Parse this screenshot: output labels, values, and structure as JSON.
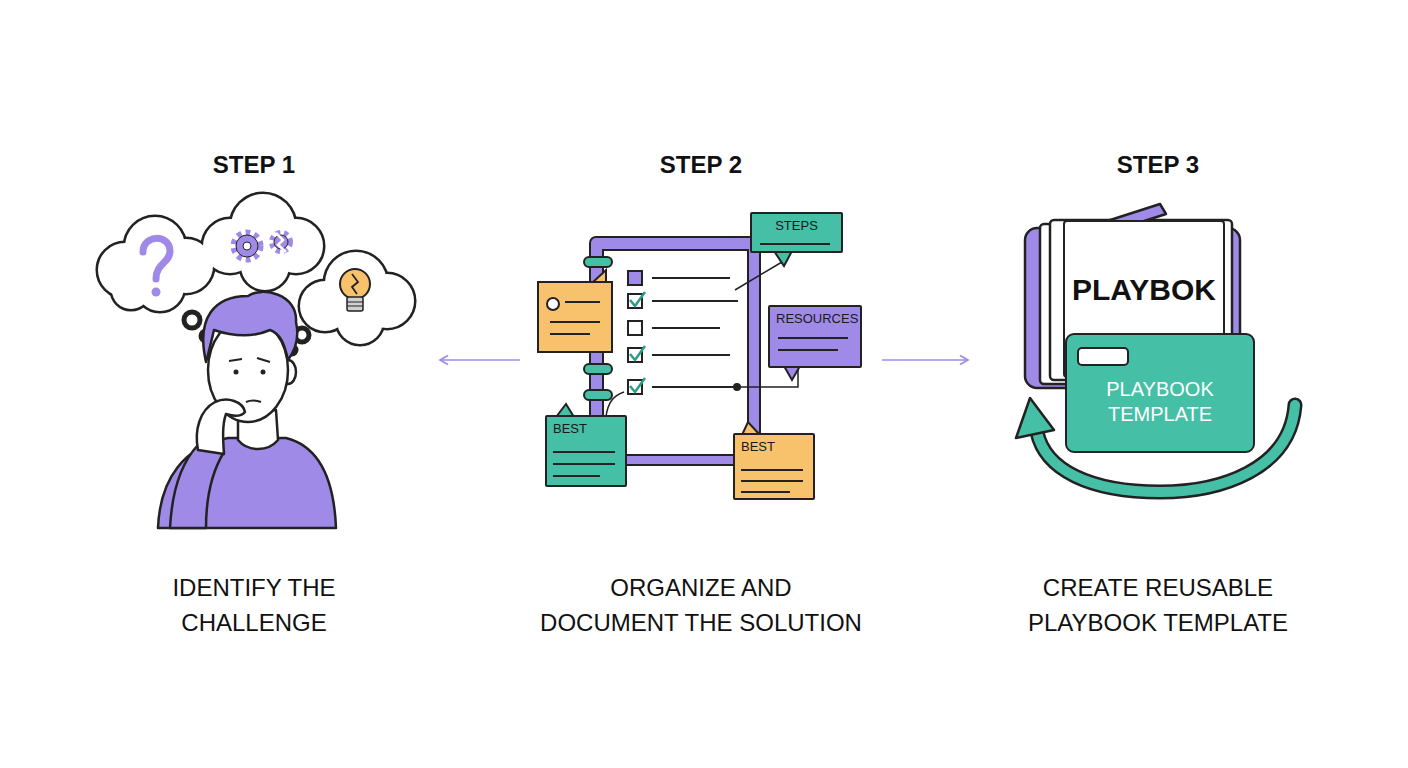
{
  "diagram": {
    "nodes": [
      {
        "text": [
          "STEP 1",
          "IDENTIFY THE CHALLENGE"
        ]
      },
      {
        "text": [
          "STEP 2",
          "ORGANIZE AND DOCUMENT THE SOLUTION"
        ]
      },
      {
        "text": [
          "STEPS"
        ],
        "in": 1
      },
      {
        "text": [
          "RESOURCES"
        ],
        "in": 1
      },
      {
        "text": [
          "BEST"
        ],
        "in": 1
      },
      {
        "text": [
          "BEST"
        ],
        "in": 1
      },
      {
        "text": [
          "STEP 3",
          "CREATE REUSABLE PLAYBOOK TEMPLATE"
        ]
      },
      {
        "text": [
          "PLAYBOK"
        ],
        "in": 6
      },
      {
        "text": [
          "PLAYBOOK TEMPLATE"
        ],
        "in": 6
      }
    ],
    "edges": [
      {
        "from": 1,
        "to": 0,
        "arrow": "to"
      },
      {
        "from": 1,
        "to": 6,
        "arrow": "to"
      }
    ]
  }
}
